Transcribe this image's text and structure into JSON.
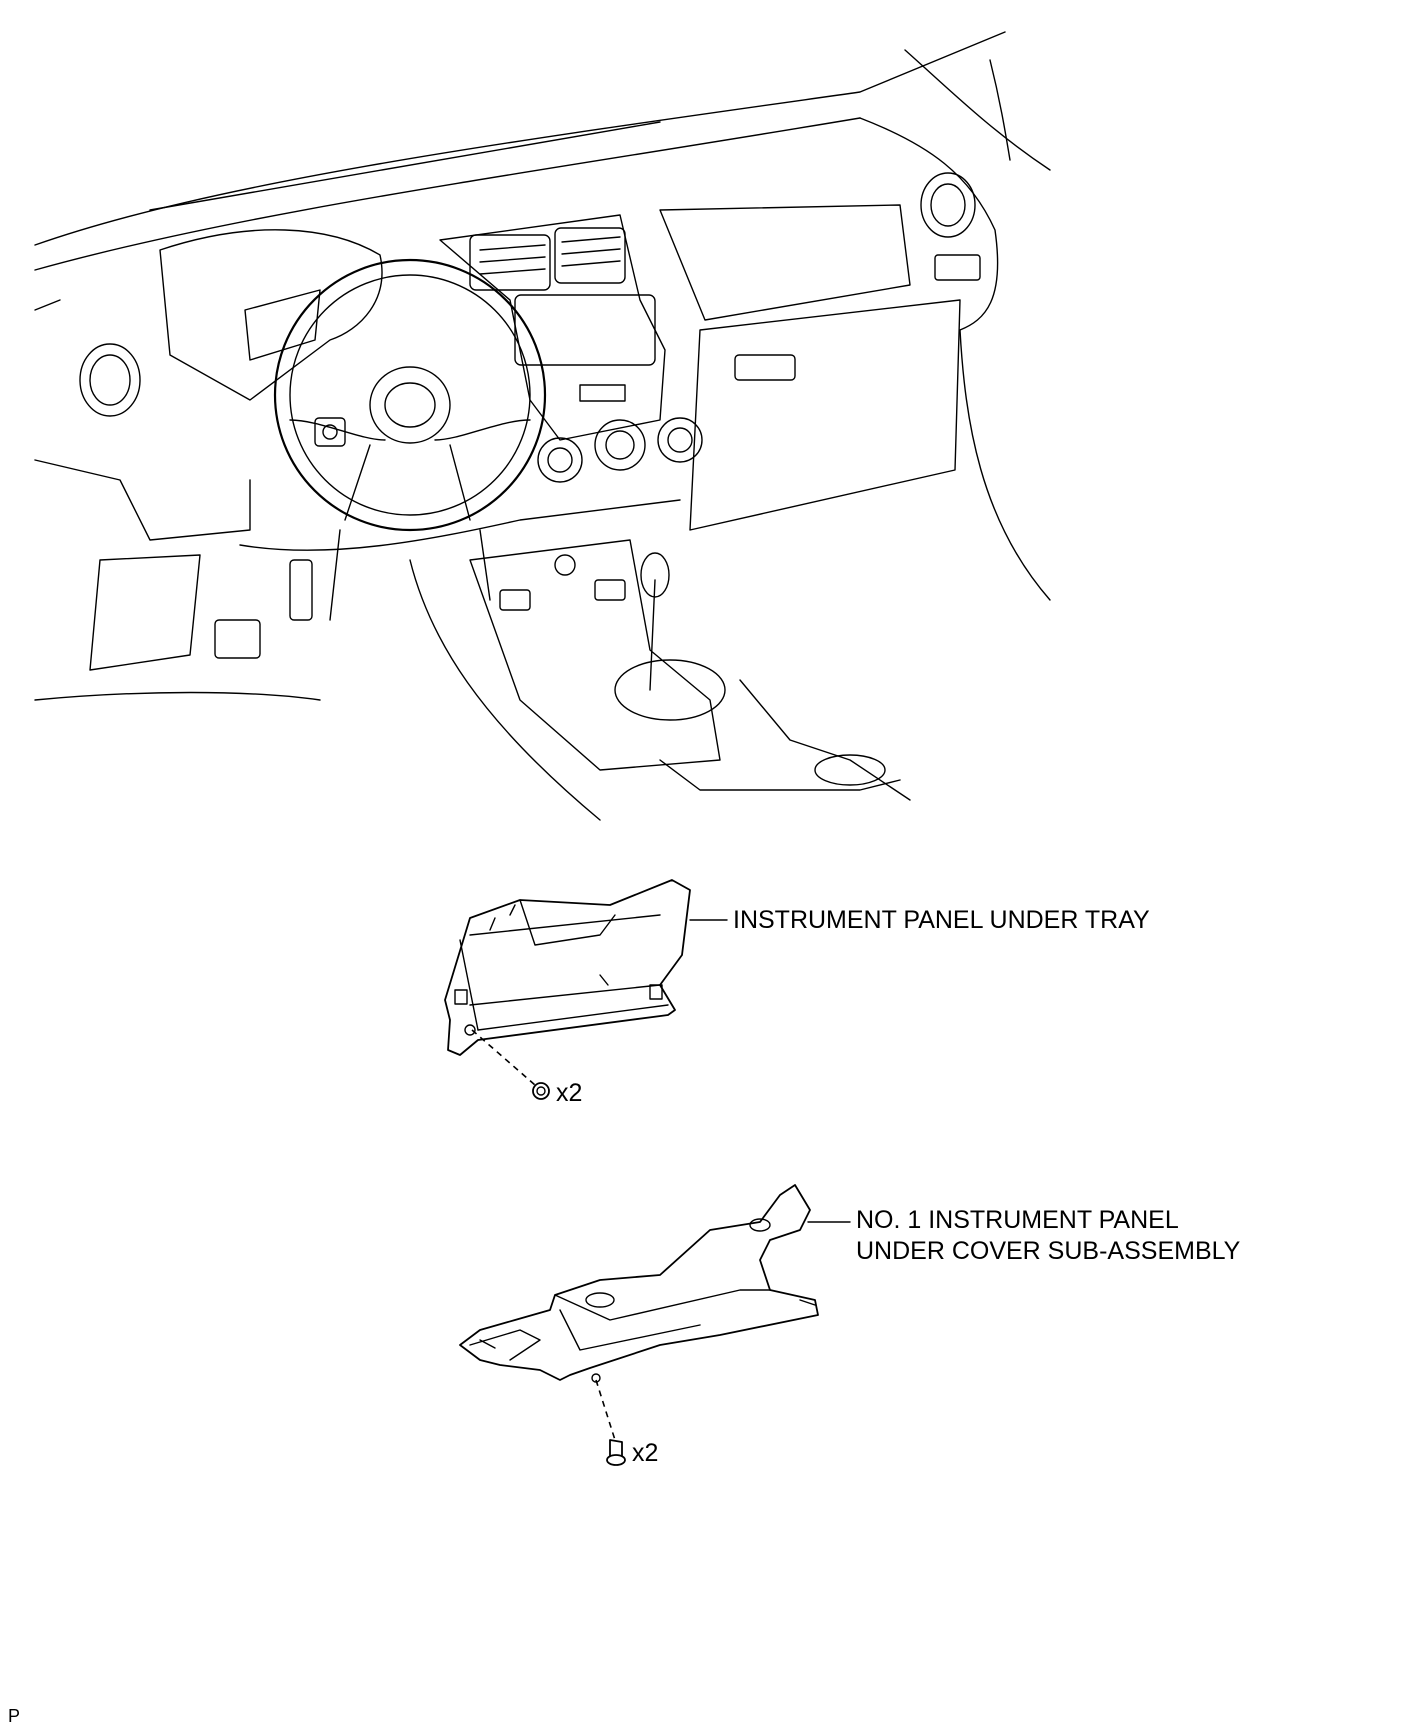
{
  "callouts": {
    "under_tray": "INSTRUMENT PANEL UNDER TRAY",
    "under_tray_qty": "x2",
    "under_cover_line1": "NO. 1 INSTRUMENT PANEL",
    "under_cover_line2": "UNDER COVER SUB-ASSEMBLY",
    "under_cover_qty": "x2"
  },
  "corner_mark": "P"
}
